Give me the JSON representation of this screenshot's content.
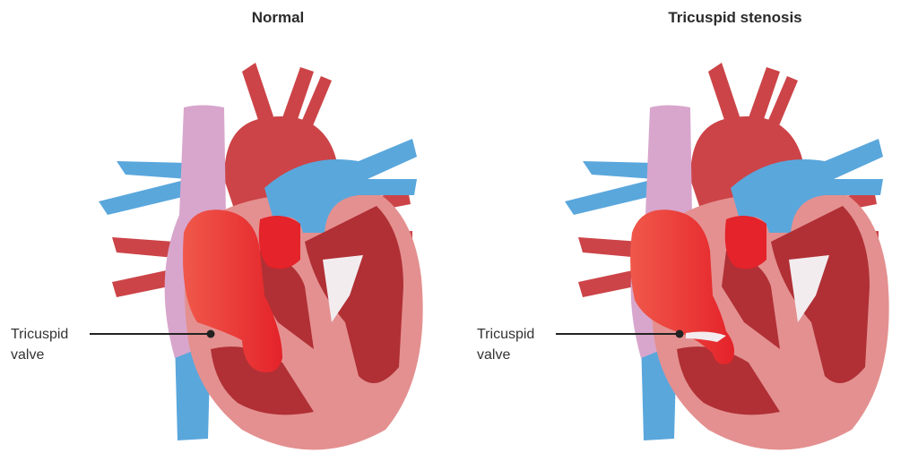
{
  "panels": [
    {
      "title": "Normal",
      "label_line1": "Tricuspid",
      "label_line2": "valve",
      "condition": "normal"
    },
    {
      "title": "Tricuspid stenosis",
      "label_line1": "Tricuspid",
      "label_line2": "valve",
      "condition": "stenosis"
    }
  ],
  "colors": {
    "myocardium_outer": "#e49090",
    "chamber_dark": "#b03035",
    "artery": "#cc4448",
    "vein_blue": "#5aa7dc",
    "vena_cava_purple": "#d8a6cc",
    "blood_bright": "#e8322e",
    "tendon_white": "#f2ecef"
  }
}
